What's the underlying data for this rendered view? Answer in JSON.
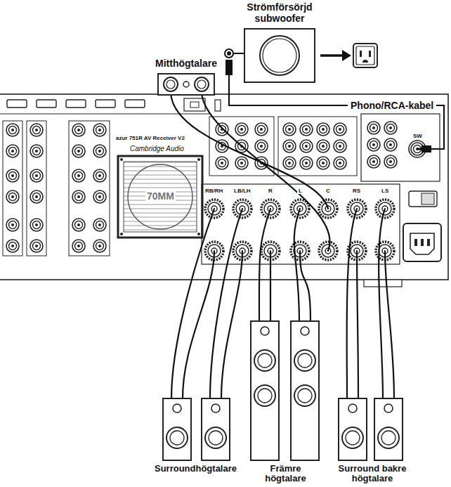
{
  "diagram": {
    "nodes": [
      {
        "text": [
          "Strömförsörjd subwoofer"
        ]
      },
      {
        "text": [
          "Mitthögtalare"
        ]
      },
      {
        "text": [
          "azur 751R AV Receiver V2",
          "Cambridge Audio"
        ]
      },
      {
        "text": [
          "Surroundhögtalare"
        ]
      },
      {
        "text": [
          "Främre högtalare"
        ]
      },
      {
        "text": [
          "Surround bakre högtalare"
        ]
      }
    ],
    "edges": [
      {
        "from": 0,
        "to": 2,
        "label": "Phono/RCA-kabel",
        "arrow": "none"
      },
      {
        "from": 1,
        "to": 2,
        "arrow": "none"
      },
      {
        "from": 2,
        "to": 3,
        "arrow": "none"
      },
      {
        "from": 2,
        "to": 4,
        "arrow": "none"
      },
      {
        "from": 2,
        "to": 5,
        "arrow": "none"
      }
    ],
    "labels": [
      "RB/RH",
      "LB/LH",
      "R",
      "L",
      "C",
      "RS",
      "LS",
      "SW",
      "70MM"
    ]
  }
}
